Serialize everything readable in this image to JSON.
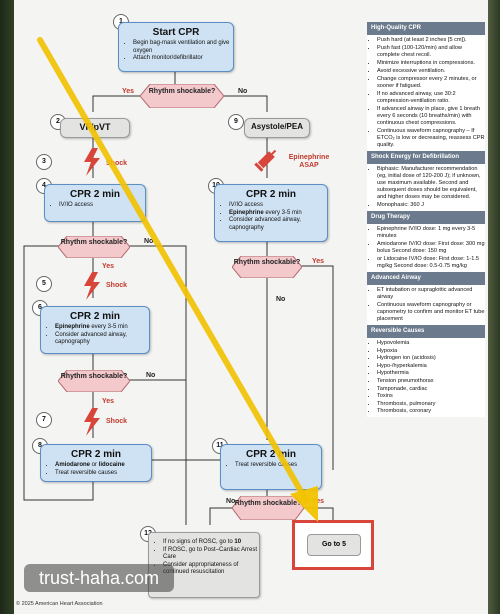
{
  "nodes": {
    "n1": {
      "num": "1",
      "title": "Start CPR",
      "items": [
        "Begin bag-mask ventilation and give oxygen",
        "Attach monitor/defibrillator"
      ]
    },
    "d1": {
      "text": "Rhythm shockable?"
    },
    "n2": {
      "num": "2",
      "title": "VF/pVT"
    },
    "n3": {
      "num": "3",
      "label": "Shock"
    },
    "n4": {
      "num": "4",
      "title": "CPR 2 min",
      "items": [
        "IV/IO access"
      ]
    },
    "d2": {
      "text": "Rhythm shockable?"
    },
    "n5": {
      "num": "5",
      "label": "Shock"
    },
    "n6": {
      "num": "6",
      "title": "CPR 2 min",
      "items_rich": [
        {
          "b": "Epinephrine",
          "r": " every 3-5 min"
        },
        {
          "b": "",
          "r": "Consider advanced airway, capnography"
        }
      ]
    },
    "d3": {
      "text": "Rhythm shockable?"
    },
    "n7": {
      "num": "7",
      "label": "Shock"
    },
    "n8": {
      "num": "8",
      "title": "CPR 2 min",
      "items_rich": [
        {
          "b": "Amiodarone",
          "r": " or ",
          "b2": "lidocaine"
        },
        {
          "b": "",
          "r": "Treat reversible causes"
        }
      ]
    },
    "n9": {
      "num": "9",
      "title": "Asystole/PEA"
    },
    "epi": {
      "label": "Epinephrine ASAP"
    },
    "n10": {
      "num": "10",
      "title": "CPR 2 min",
      "items_rich": [
        {
          "b": "",
          "r": "IV/IO access"
        },
        {
          "b": "Epinephrine",
          "r": " every 3-5 min"
        },
        {
          "b": "",
          "r": "Consider advanced airway, capnography"
        }
      ]
    },
    "d4": {
      "text": "Rhythm shockable?"
    },
    "n11": {
      "num": "11",
      "title": "CPR 2 min",
      "items": [
        "Treat reversible causes"
      ]
    },
    "d5": {
      "text": "Rhythm shockable?"
    },
    "n12": {
      "num": "12",
      "items_rich": [
        {
          "b": "",
          "r": "If no signs of ROSC, go to ",
          "b2": "10"
        },
        {
          "b": "",
          "r": "If ROSC, go to Post–Cardiac Arrest Care"
        },
        {
          "b": "",
          "r": "Consider appropriateness of continued resuscitation"
        }
      ]
    },
    "goto5": {
      "text": "Go to 5"
    }
  },
  "labels": {
    "yes": "Yes",
    "no": "No"
  },
  "sidebar": [
    {
      "heading": "High-Quality CPR",
      "items": [
        "Push hard (at least 2 inches [5 cm]).",
        "Push fast (100-120/min) and allow complete chest recoil.",
        "Minimize interruptions in compressions.",
        "Avoid excessive ventilation.",
        "Change compressor every 2 minutes, or sooner if fatigued.",
        "If no advanced airway, use 30:2 compression-ventilation ratio.",
        "If advanced airway in place, give 1 breath every 6 seconds (10 breaths/min) with continuous chest compressions.",
        "Continuous waveform capnography – If ETCO₂ is low or decreasing, reassess CPR quality."
      ]
    },
    {
      "heading": "Shock Energy for Defibrillation",
      "items": [
        "Biphasic: Manufacturer recommendation (eg, initial dose of 120-200 J); if unknown, use maximum available. Second and subsequent doses should be equivalent, and higher doses may be considered.",
        "Monophasic: 360 J"
      ]
    },
    {
      "heading": "Drug Therapy",
      "items": [
        "Epinephrine IV/IO dose: 1 mg every 3-5 minutes",
        "Amiodarone IV/IO dose: First dose: 300 mg bolus Second dose: 150 mg",
        "or Lidocaine IV/IO dose: First dose: 1-1.5 mg/kg Second dose: 0.5-0.75 mg/kg"
      ]
    },
    {
      "heading": "Advanced Airway",
      "items": [
        "ET intubation or supraglottic advanced airway",
        "Continuous waveform capnography or capnometry to confirm and monitor ET tube placement"
      ]
    },
    {
      "heading": "Reversible Causes",
      "items": [
        "Hypovolemia",
        "Hypoxia",
        "Hydrogen ion (acidosis)",
        "Hypo-/hyperkalemia",
        "Hypothermia",
        "Tension pneumothorax",
        "Tamponade, cardiac",
        "Toxins",
        "Thrombosis, pulmonary",
        "Thrombosis, coronary"
      ]
    }
  ],
  "watermark": "trust-haha.com",
  "copyright": "© 2025 American Heart Association",
  "colors": {
    "box": "#cfe2f3",
    "diamond": "#f3c9cc",
    "accent": "#d8453b",
    "arrow": "#f2c200"
  }
}
